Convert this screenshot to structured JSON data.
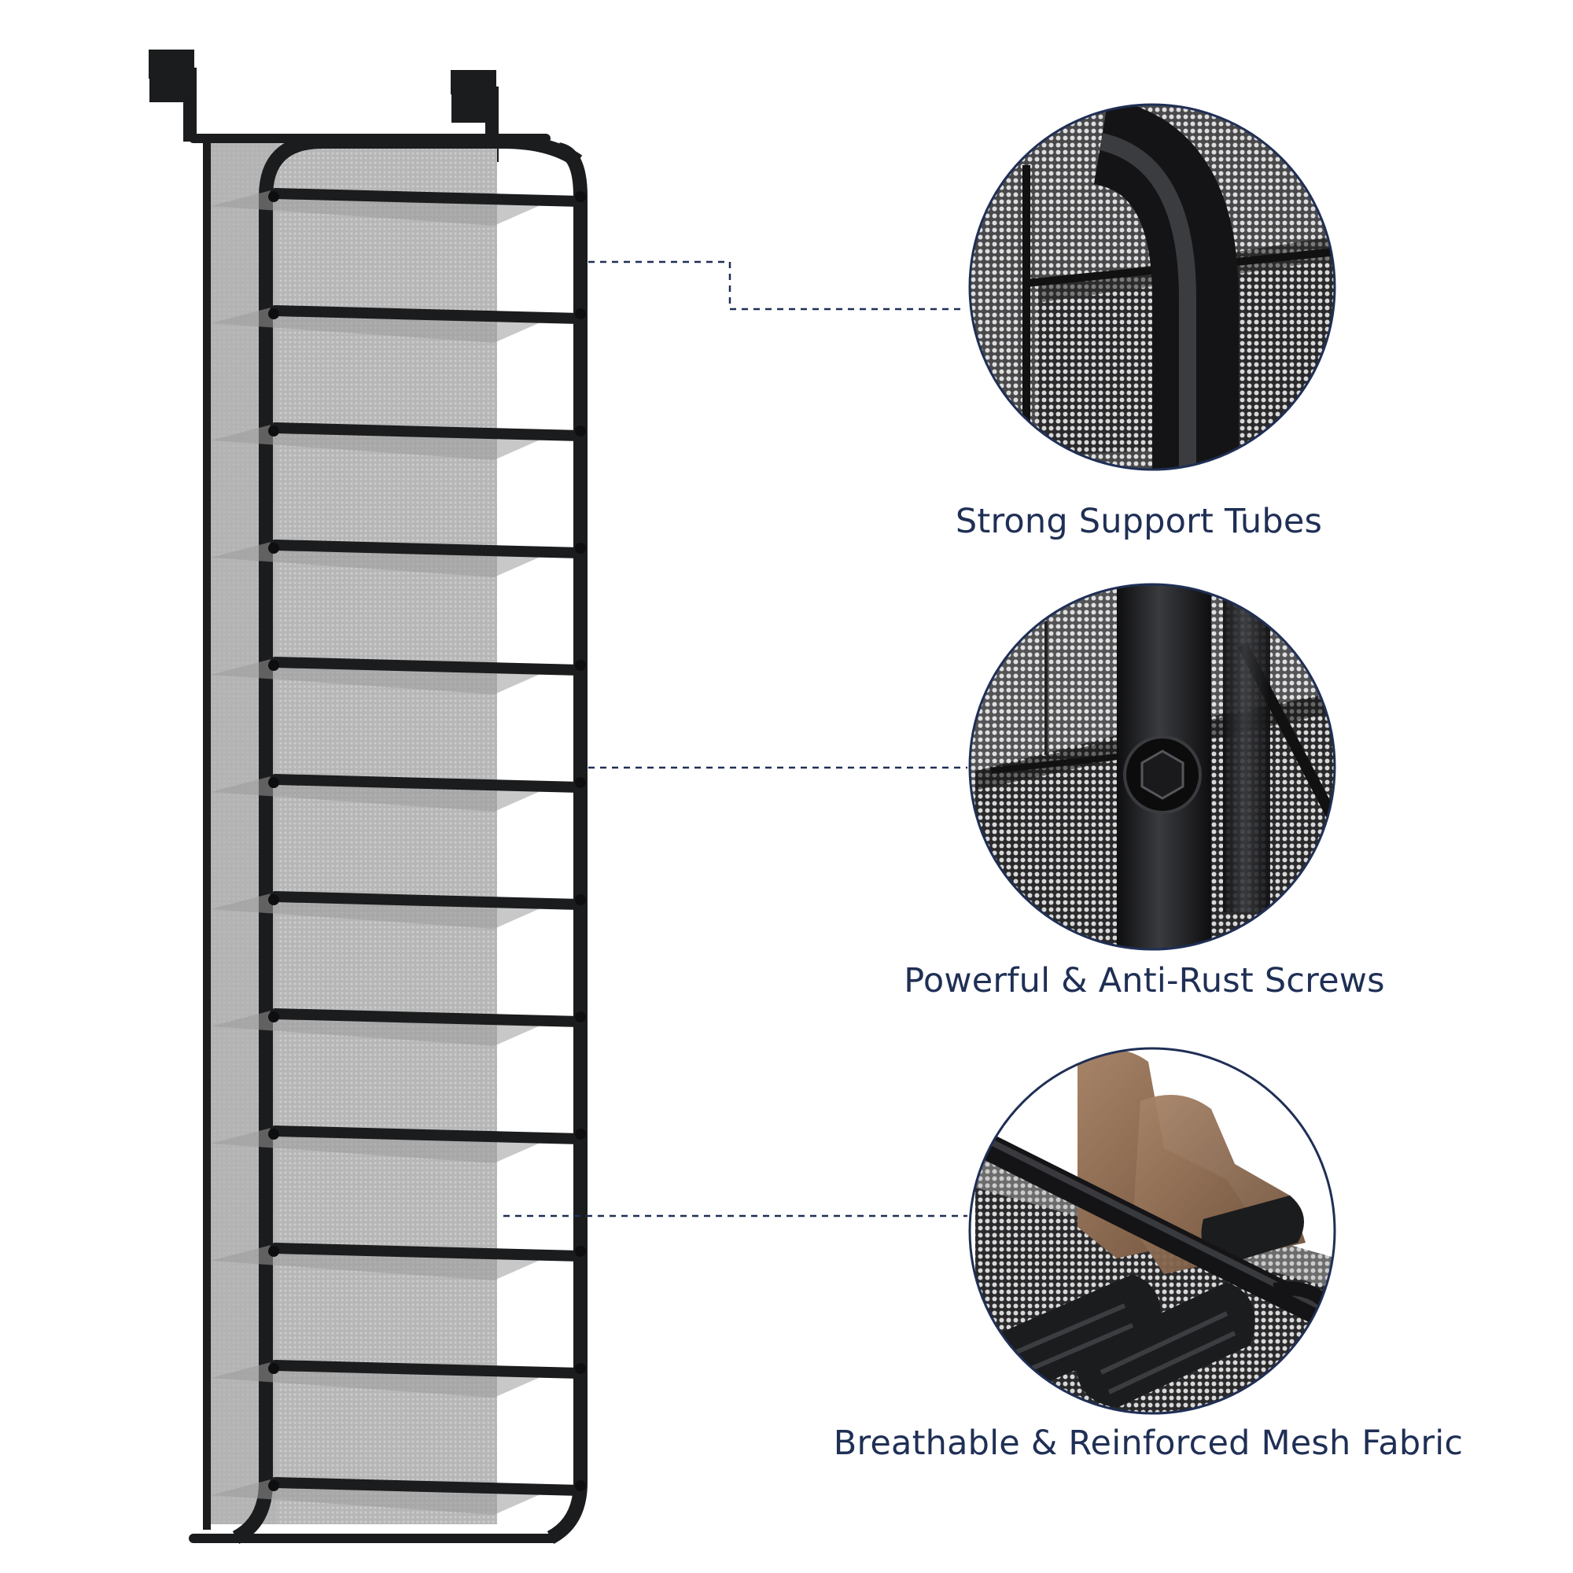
{
  "callouts": [
    {
      "id": "tubes",
      "label": "Strong Support Tubes",
      "icon": "tube-closeup-icon"
    },
    {
      "id": "screws",
      "label": "Powerful & Anti-Rust Screws",
      "icon": "screw-closeup-icon"
    },
    {
      "id": "mesh",
      "label": "Breathable & Reinforced Mesh Fabric",
      "icon": "shoe-mesh-closeup-icon"
    }
  ],
  "product": {
    "name_icon": "over-door-shoe-rack-icon",
    "tiers": 12
  },
  "colors": {
    "frame": "#1b1c1e",
    "mesh": "#bdbdbd",
    "caption": "#1f2f55",
    "circle_border": "#1f2f55",
    "leader_line": "#1f2f55",
    "shoe": "#8a6a50"
  }
}
